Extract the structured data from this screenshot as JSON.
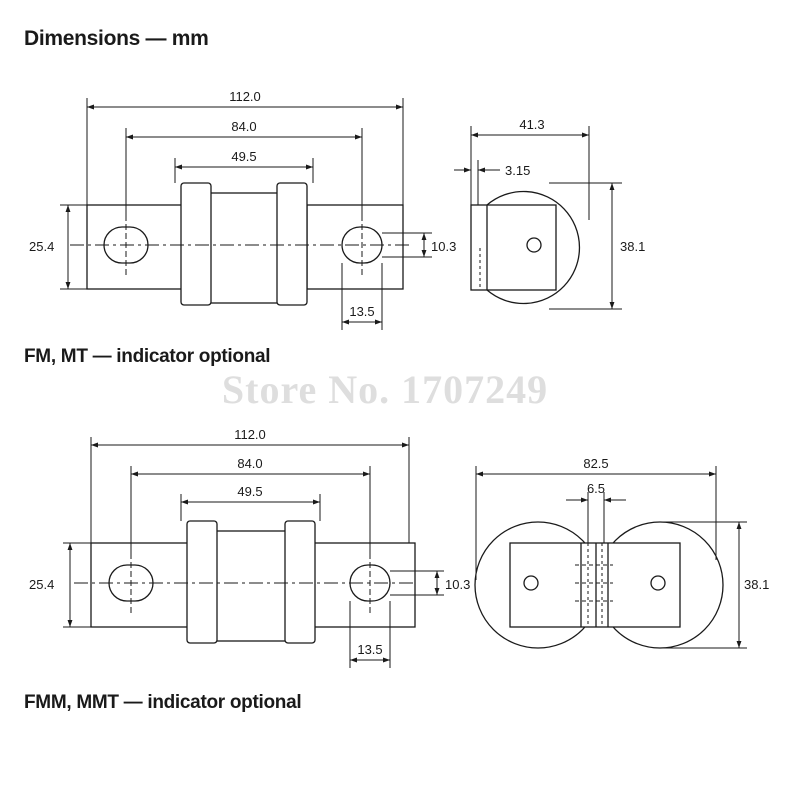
{
  "title": "Dimensions — mm",
  "watermark": "Store No. 1707249",
  "variants": [
    {
      "caption": "FM, MT — indicator optional",
      "side_view": {
        "overall_length": "112.0",
        "hole_spacing": "84.0",
        "body_length": "49.5",
        "tag_width": "25.4",
        "slot_width": "10.3",
        "slot_to_end": "13.5"
      },
      "end_view": {
        "depth": "41.3",
        "tag_thickness": "3.15",
        "diameter": "38.1"
      }
    },
    {
      "caption": "FMM, MMT — indicator optional",
      "side_view": {
        "overall_length": "112.0",
        "hole_spacing": "84.0",
        "body_length": "49.5",
        "tag_width": "25.4",
        "slot_width": "10.3",
        "slot_to_end": "13.5"
      },
      "end_view": {
        "overall_width": "82.5",
        "gap": "6.5",
        "diameter": "38.1"
      }
    }
  ]
}
